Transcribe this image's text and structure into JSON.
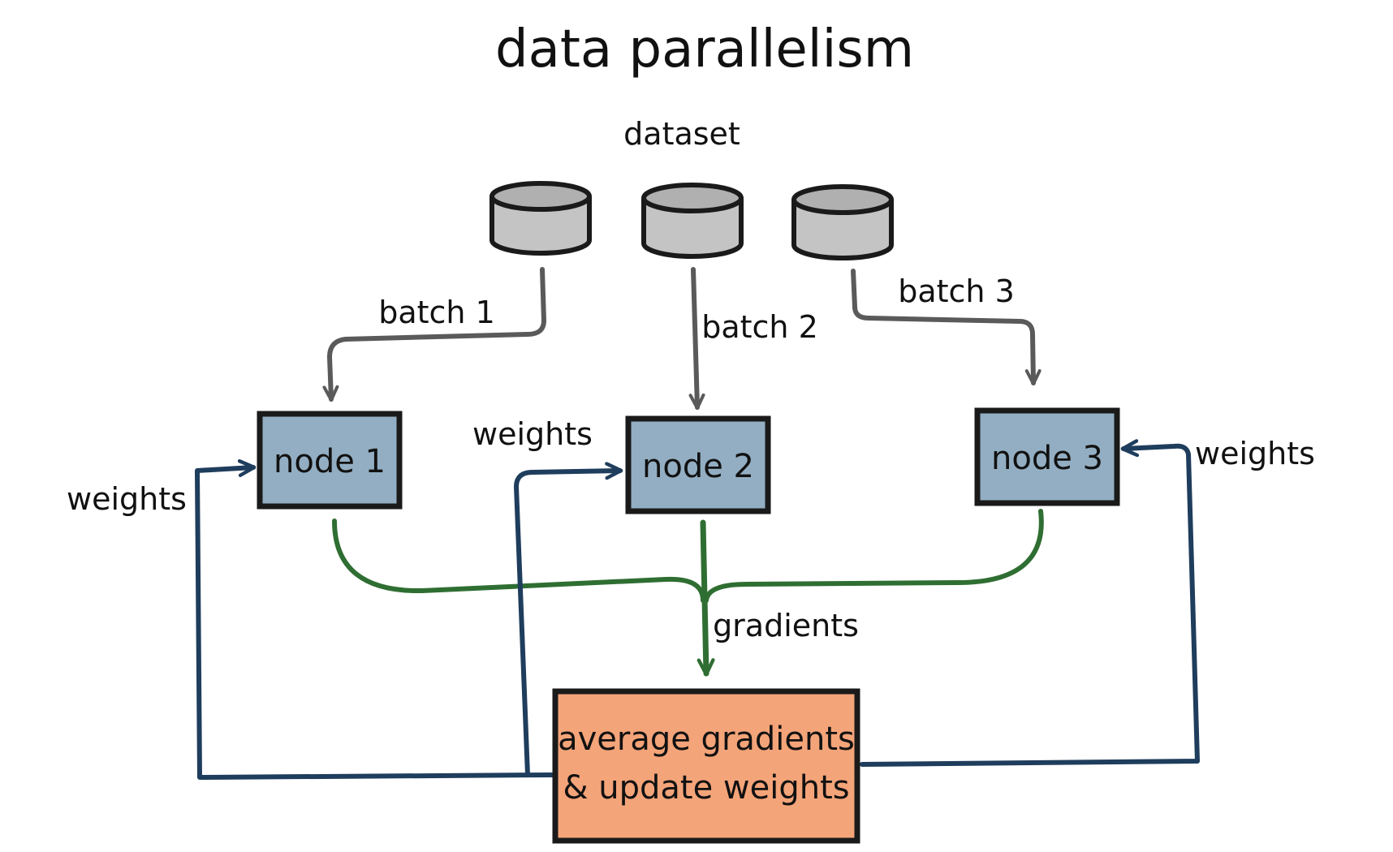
{
  "title": "data parallelism",
  "dataset_label": "dataset",
  "batches": [
    "batch 1",
    "batch 2",
    "batch 3"
  ],
  "nodes": [
    "node 1",
    "node 2",
    "node 3"
  ],
  "weights_label": "weights",
  "gradients_label": "gradients",
  "aggregator": {
    "line1": "average gradients",
    "line2": "& update weights"
  },
  "colors": {
    "dataset_fill": "#c4c4c4",
    "batch_arrow": "#5a5a5a",
    "node_fill": "#93aec2",
    "gradient_arrow": "#2f6e32",
    "weights_arrow": "#1f3d5c",
    "aggregator_fill": "#f4a479",
    "outline": "#1a1a1a"
  }
}
